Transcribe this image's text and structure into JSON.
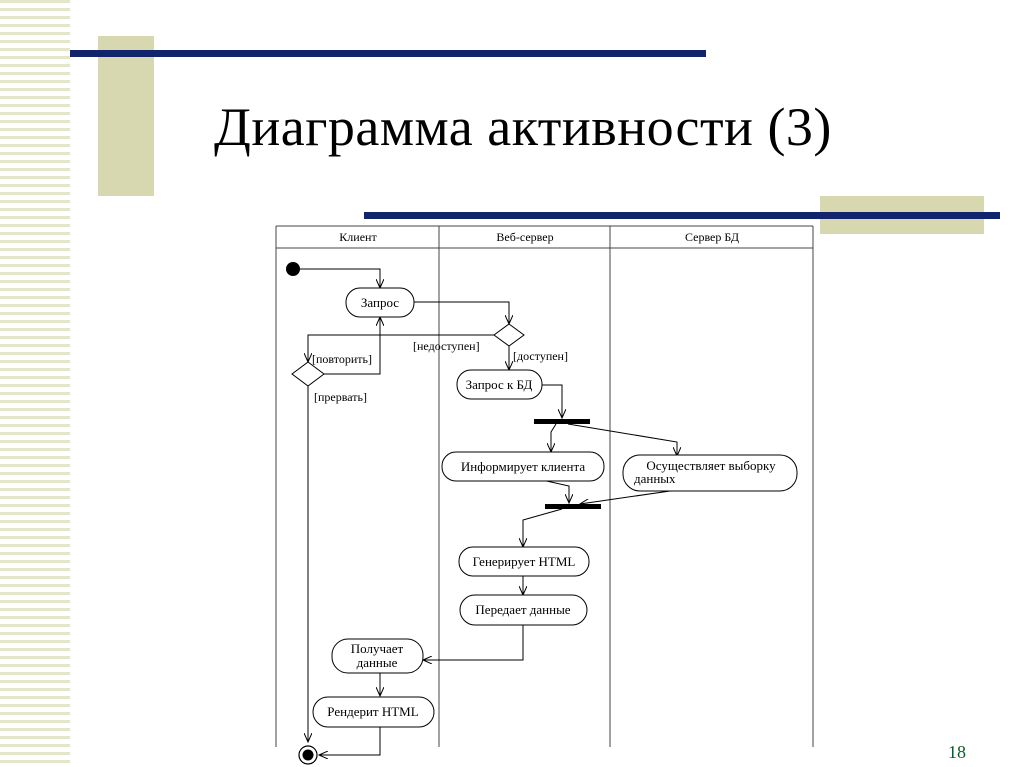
{
  "slide": {
    "title": "Диаграмма активности (3)",
    "page_number": "18"
  },
  "colors": {
    "navy": "#12246b",
    "olive": "#d8d8b0",
    "page_number": "#0b5b2a"
  },
  "diagram": {
    "swimlanes": [
      "Клиент",
      "Веб-сервер",
      "Сервер БД"
    ],
    "actions": {
      "request": "Запрос",
      "db_request": "Запрос к БД",
      "inform_client": "Информирует клиента",
      "db_select_line1": "Осуществляет выборку",
      "db_select_line2": "данных",
      "generate_html": "Генерирует HTML",
      "send_data": "Передает данные",
      "receive_data_line1": "Получает",
      "receive_data_line2": "данные",
      "render_html": "Рендерит HTML"
    },
    "guards": {
      "unavailable": "[недоступен]",
      "available": "[доступен]",
      "retry": "[повторить]",
      "abort": "[прервать]"
    }
  }
}
